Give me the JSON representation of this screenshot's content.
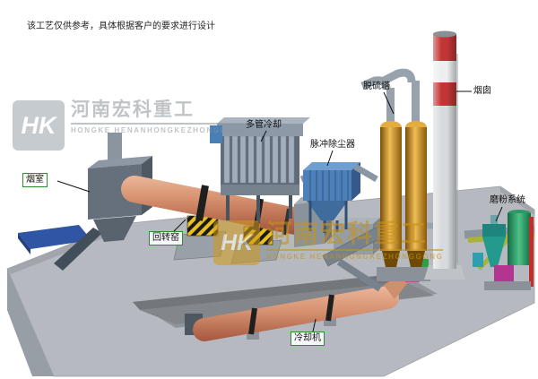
{
  "disclaimer": "该工艺仅供参考，具体根据客户的要求进行设计",
  "watermark": {
    "logo_text": "HK",
    "company_cn": "河南宏科重工",
    "company_en": "HONGKE HENANHONGKEZHONGGONG"
  },
  "labels": {
    "smoke_chamber": "烟室",
    "rotary_kiln": "回转窑",
    "multi_tube_cooler": "多管冷却",
    "pulse_dust_collector": "脉冲除尘器",
    "desulfurization_tower": "脱硫塔",
    "chimney": "烟囱",
    "grinding_system": "磨粉系统",
    "cooler": "冷却机"
  },
  "colors": {
    "kiln_salmon": "#d6916f",
    "dust_collector_blue": "#4d7fb8",
    "tower_orange": "#e0a93e",
    "chimney_red": "#c23535",
    "label_border_green": "#2e8b2e",
    "watermark_gold": "#c8921b",
    "watermark_gray": "#99a1a9",
    "platform_gray": "#b6bac0"
  }
}
